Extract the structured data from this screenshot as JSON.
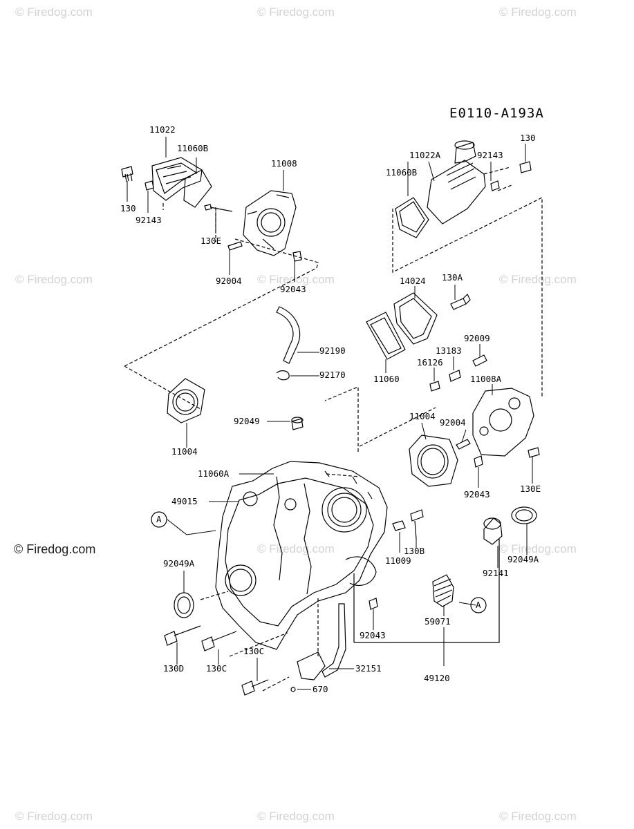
{
  "watermark": {
    "text": "Firedog.com",
    "symbol": "©"
  },
  "diagram_code": "E0110-A193A",
  "callouts": [
    {
      "text": "11022"
    },
    {
      "text": "11060B"
    },
    {
      "text": "11008"
    },
    {
      "text": "130"
    },
    {
      "text": "92143"
    },
    {
      "text": "130E"
    },
    {
      "text": "92004"
    },
    {
      "text": "92043"
    },
    {
      "text": "130"
    },
    {
      "text": "11022A"
    },
    {
      "text": "92143"
    },
    {
      "text": "11060B"
    },
    {
      "text": "14024"
    },
    {
      "text": "130A"
    },
    {
      "text": "92190"
    },
    {
      "text": "92170"
    },
    {
      "text": "11060"
    },
    {
      "text": "13183"
    },
    {
      "text": "92009"
    },
    {
      "text": "16126"
    },
    {
      "text": "11008A"
    },
    {
      "text": "11004"
    },
    {
      "text": "92049"
    },
    {
      "text": "11004"
    },
    {
      "text": "92004"
    },
    {
      "text": "11060A"
    },
    {
      "text": "49015"
    },
    {
      "text": "A"
    },
    {
      "text": "92043"
    },
    {
      "text": "130E"
    },
    {
      "text": "11009"
    },
    {
      "text": "130B"
    },
    {
      "text": "92141"
    },
    {
      "text": "92049A"
    },
    {
      "text": "92049A"
    },
    {
      "text": "59071"
    },
    {
      "text": "A"
    },
    {
      "text": "92043"
    },
    {
      "text": "130D"
    },
    {
      "text": "130C"
    },
    {
      "text": "130C"
    },
    {
      "text": "32151"
    },
    {
      "text": "670"
    },
    {
      "text": "49120"
    }
  ]
}
